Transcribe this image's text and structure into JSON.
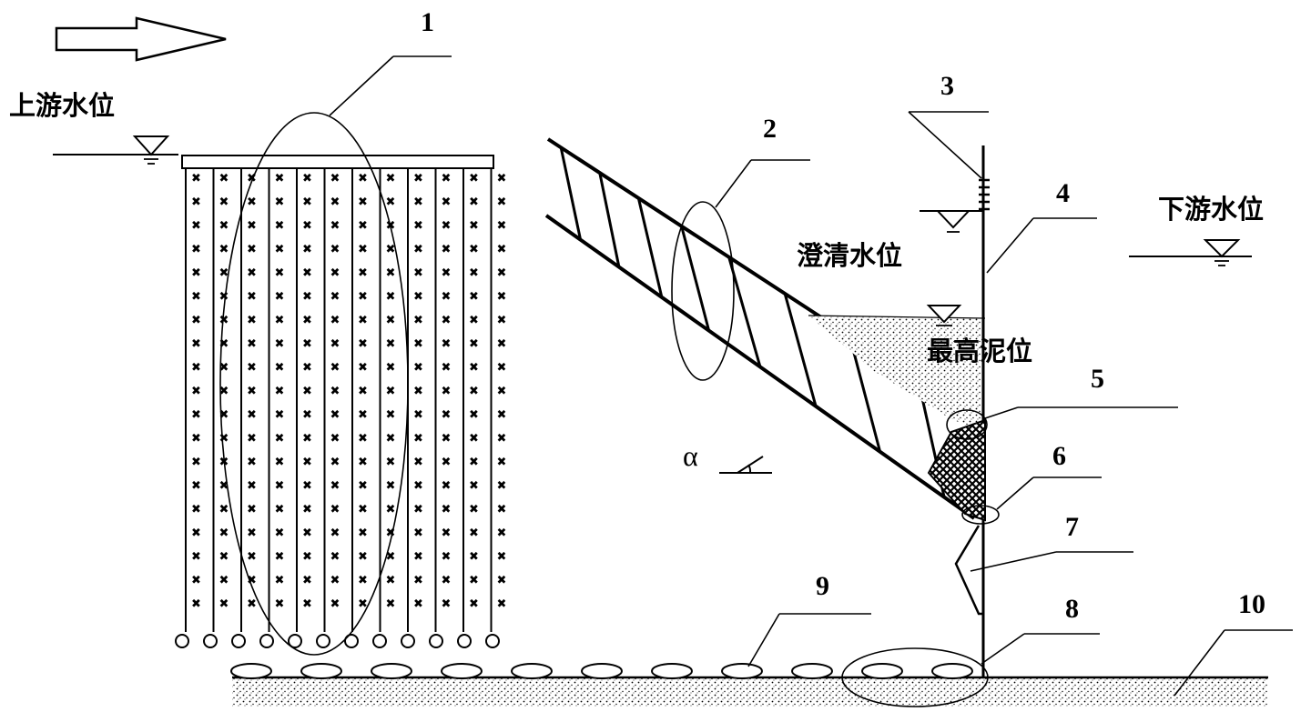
{
  "labels": {
    "upstream_level": "上游水位",
    "downstream_level": "下游水位",
    "clarified_level": "澄清水位",
    "max_mud_level": "最高泥位",
    "angle": "α"
  },
  "callouts": [
    "1",
    "2",
    "3",
    "4",
    "5",
    "6",
    "7",
    "8",
    "9",
    "10"
  ],
  "colors": {
    "ink": "#000000",
    "paper": "#ffffff",
    "fill_mark": "#111111"
  },
  "icons": [
    "flow-direction-arrow",
    "water-level-marker",
    "bubble-row",
    "sludge-texture",
    "angle-marker"
  ]
}
